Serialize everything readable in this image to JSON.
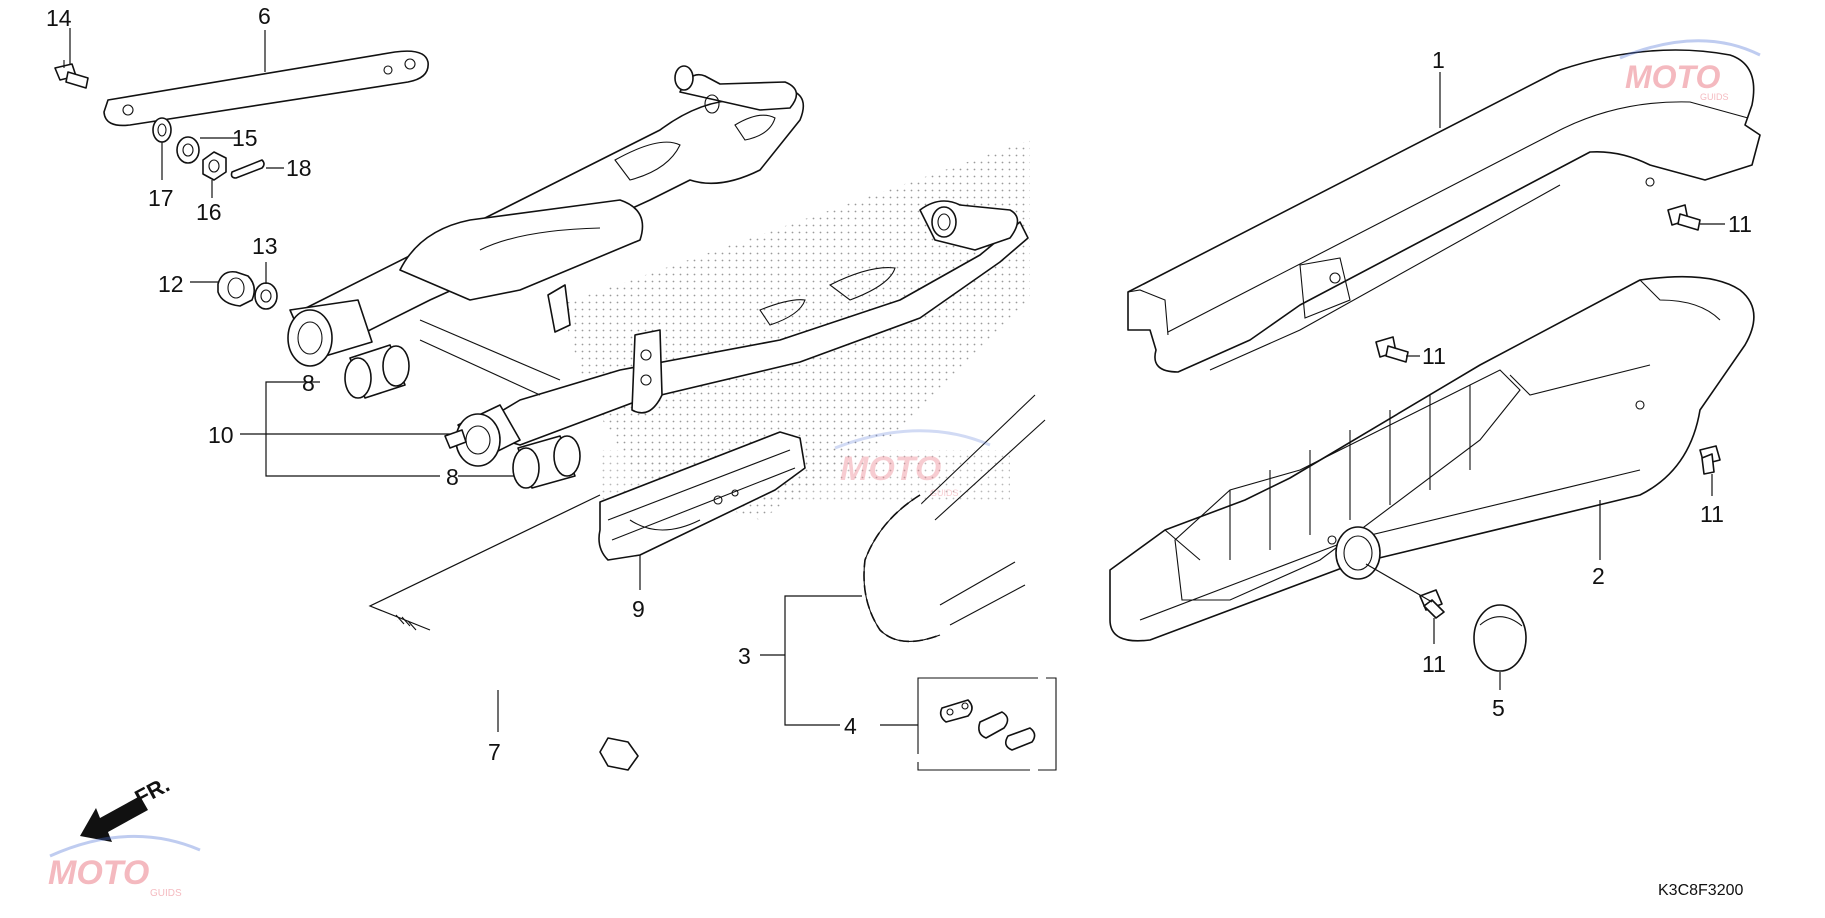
{
  "diagram_code": "K3C8F3200",
  "direction_label": "FR.",
  "callouts": [
    "1",
    "2",
    "3",
    "4",
    "5",
    "6",
    "7",
    "8",
    "8",
    "9",
    "10",
    "11",
    "11",
    "11",
    "11",
    "12",
    "13",
    "14",
    "15",
    "16",
    "17",
    "18"
  ],
  "watermark": {
    "text": "MOTO",
    "subtext": "GUIDS",
    "accent_red": "#e23a4a",
    "accent_blue": "#4a6fd6"
  },
  "colors": {
    "line": "#111111",
    "background": "#ffffff",
    "stipple": "#9a9a9a"
  }
}
